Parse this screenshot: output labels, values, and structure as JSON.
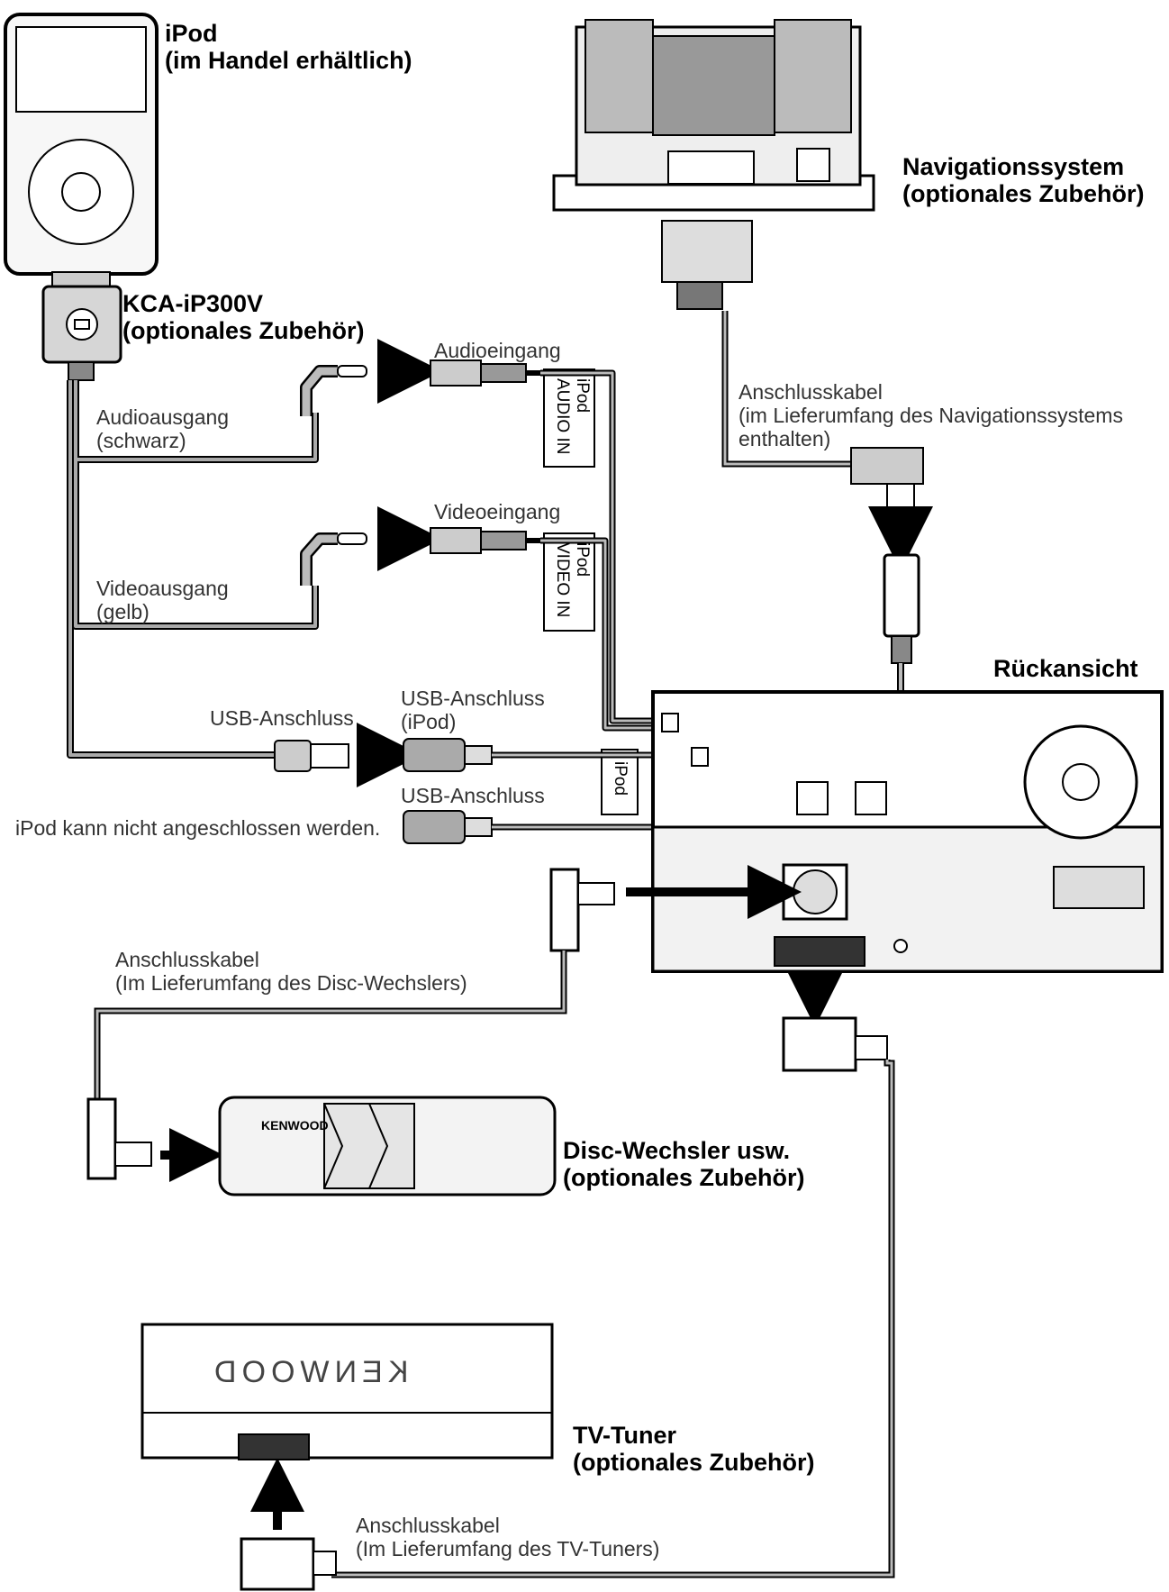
{
  "devices": {
    "ipod": {
      "title": "iPod",
      "subtitle": "(im Handel erhältlich)"
    },
    "kca": {
      "title": "KCA-iP300V",
      "subtitle": "(optionales Zubehör)"
    },
    "navigation": {
      "title": "Navigationssystem",
      "subtitle": "(optionales Zubehör)"
    },
    "rear_view": {
      "title": "Rückansicht"
    },
    "disc_changer": {
      "title": "Disc-Wechsler usw.",
      "subtitle": "(optionales Zubehör)",
      "brand": "KENWOOD"
    },
    "tv_tuner": {
      "title": "TV-Tuner",
      "subtitle": "(optionales Zubehör)",
      "brand": "KENWOOD"
    }
  },
  "labels": {
    "audio_out": {
      "line1": "Audioausgang",
      "line2": "(schwarz)"
    },
    "video_out": {
      "line1": "Videoausgang",
      "line2": "(gelb)"
    },
    "usb_port": "USB-Anschluss",
    "audio_in": "Audioeingang",
    "video_in": "Videoeingang",
    "usb_ipod": {
      "line1": "USB-Anschluss",
      "line2": "(iPod)"
    },
    "usb_other": "USB-Anschluss",
    "ipod_cannot": "iPod kann nicht angeschlossen werden.",
    "tag_audio": {
      "line1": "iPod",
      "line2": "AUDIO IN"
    },
    "tag_video": {
      "line1": "iPod",
      "line2": "VIDEO IN"
    },
    "tag_usb": "iPod",
    "nav_cable": {
      "line1": "Anschlusskabel",
      "line2": "(im Lieferumfang des Navigationssystems",
      "line3": "enthalten)"
    },
    "disc_cable": {
      "line1": "Anschlusskabel",
      "line2": "(Im Lieferumfang des Disc-Wechslers)"
    },
    "tv_cable": {
      "line1": "Anschlusskabel",
      "line2": "(Im Lieferumfang des TV-Tuners)"
    }
  }
}
